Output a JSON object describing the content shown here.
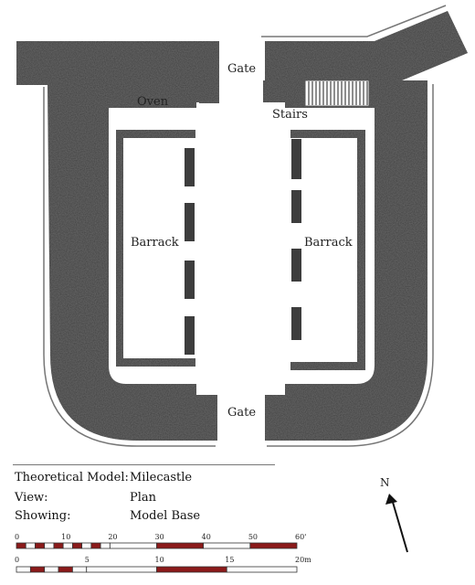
{
  "labels": {
    "gate_north": "Gate",
    "gate_south": "Gate",
    "oven": "Oven",
    "stairs": "Stairs",
    "barrack_west": "Barrack",
    "barrack_east": "Barrack"
  },
  "info": {
    "model_label": "Theoretical Model:",
    "model_value": "Milecastle",
    "view_label": "View:",
    "view_value": "Plan",
    "showing_label": "Showing:",
    "showing_value": "Model Base"
  },
  "scale": {
    "feet_ticks": [
      "0",
      "10",
      "20",
      "30",
      "40",
      "50",
      "60'"
    ],
    "metre_ticks": [
      "0",
      "5",
      "10",
      "15",
      "20m"
    ]
  },
  "north_label": "N",
  "colors": {
    "wall": "#3d3d3d",
    "scale_red": "#8b1a1a",
    "outline": "#555555"
  }
}
